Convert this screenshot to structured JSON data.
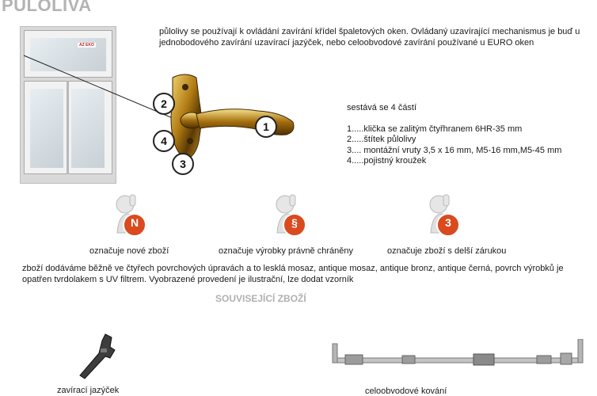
{
  "page": {
    "title": "PULOLIVA",
    "intro": "půlolivy se používají k ovládání zavírání křídel špaletových oken. Ovládaný uzavírající mechanismus je buď u jednobodového zavírání uzavírací jazýček, nebo celoobvodové zavírání používané u EURO oken"
  },
  "window_sign": "AZ EKO",
  "callouts": [
    "1",
    "2",
    "3",
    "4"
  ],
  "parts": {
    "heading": "sestává se 4 částí",
    "items": [
      "1.....klička se zalitým čtyřhranem 6HR-35 mm",
      "2.....štítek půlolivy",
      "3.... montážní vruty 3,5 x 16 mm, M5-16 mm,M5-45 mm",
      "4.....pojistný kroužek"
    ]
  },
  "badges": [
    {
      "symbol": "N",
      "label": "označuje nové zboží",
      "color": "#d94a1e"
    },
    {
      "symbol": "§",
      "label": "označuje výrobky právně chráněny",
      "color": "#d94a1e"
    },
    {
      "symbol": "3",
      "label": "označuje zboží s delší zárukou",
      "color": "#d94a1e"
    }
  ],
  "description": "zboží dodáváme běžně ve čtyřech povrchových úpravách a to lesklá mosaz, antique mosaz, antique bronz, antique černá, povrch výrobků je opatřen tvrdolakem s UV filtrem. Vyobrazené provedení je ilustrační, lze dodat vzorník",
  "related": {
    "heading": "SOUVISEJÍCÍ ZBOŽÍ",
    "items": [
      {
        "label": "zavírací jazýček"
      },
      {
        "label": "celoobvodové kování"
      }
    ]
  }
}
